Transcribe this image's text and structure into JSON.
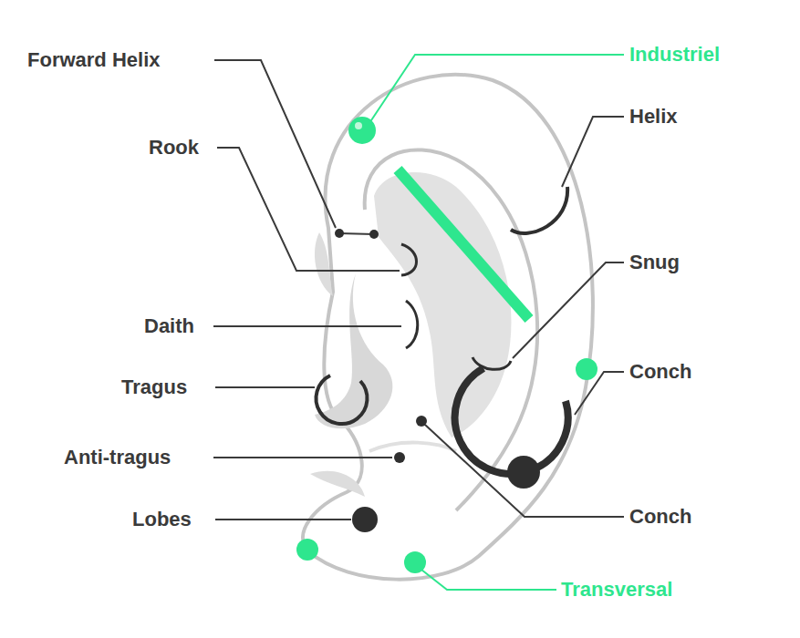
{
  "diagram": {
    "labels": [
      "Forward Helix",
      "Industriel",
      "Helix",
      "Rook",
      "Snug",
      "Daith",
      "Conch",
      "Tragus",
      "Anti-tragus",
      "Conch",
      "Lobes",
      "Transversal"
    ]
  }
}
